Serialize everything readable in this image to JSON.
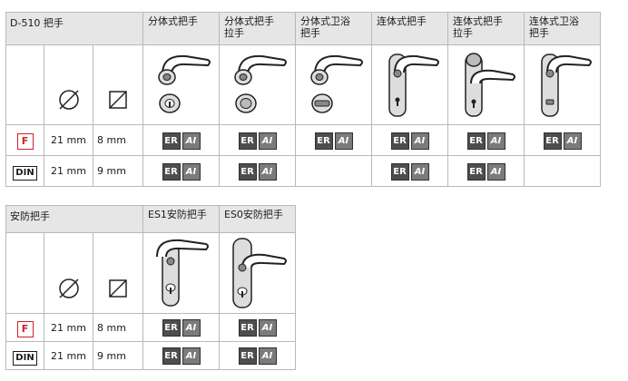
{
  "table1": {
    "title": "D-510 把手",
    "columns": [
      {
        "line1": "分体式把手",
        "line2": "",
        "image": "rose-lever-with-key-rose-icon"
      },
      {
        "line1": "分体式把手",
        "line2": "拉手",
        "image": "rose-lever-with-knob-rose-icon"
      },
      {
        "line1": "分体式卫浴",
        "line2": "把手",
        "image": "rose-lever-with-thumbturn-rose-icon"
      },
      {
        "line1": "连体式把手",
        "line2": "",
        "image": "backplate-lever-with-keyhole-icon"
      },
      {
        "line1": "连体式把手",
        "line2": "拉手",
        "image": "backplate-knob-and-lever-icon"
      },
      {
        "line1": "连体式卫浴",
        "line2": "把手",
        "image": "backplate-lever-with-thumbturn-icon"
      }
    ],
    "rows": [
      {
        "standard": "F",
        "diameter": "21 mm",
        "square": "8 mm",
        "availability": [
          true,
          true,
          true,
          true,
          true,
          true
        ]
      },
      {
        "standard": "DIN",
        "diameter": "21 mm",
        "square": "9 mm",
        "availability": [
          true,
          true,
          false,
          true,
          true,
          false
        ]
      }
    ]
  },
  "table2": {
    "title": "安防把手",
    "columns": [
      {
        "line1": "ES1安防把手",
        "line2": "",
        "image": "security-lever-es1-icon"
      },
      {
        "line1": "ES0安防把手",
        "line2": "",
        "image": "security-lever-es0-icon"
      }
    ],
    "rows": [
      {
        "standard": "F",
        "diameter": "21 mm",
        "square": "8 mm",
        "availability": [
          true,
          true
        ]
      },
      {
        "standard": "DIN",
        "diameter": "21 mm",
        "square": "9 mm",
        "availability": [
          true,
          true
        ]
      }
    ]
  },
  "symbols": {
    "diameter": "diameter-symbol-icon",
    "square": "square-symbol-icon"
  },
  "badges": {
    "er": "ER",
    "ai": "AI"
  },
  "colors": {
    "header_bg": "#e6e6e6",
    "border": "#b9b9b9",
    "f_logo": "#d0202a",
    "badge_dark": "#4e4e4e"
  }
}
